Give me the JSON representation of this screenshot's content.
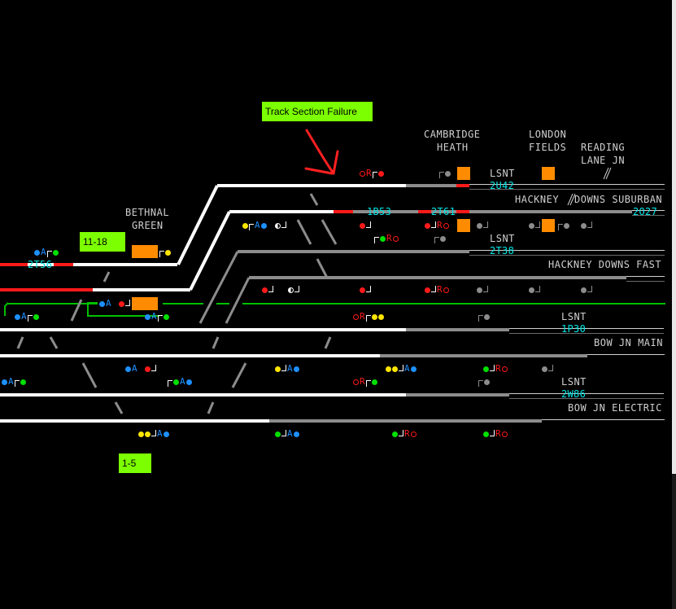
{
  "alerts": {
    "track_section_failure": "Track Section Failure",
    "tag_11_18": "11-18",
    "tag_1_5": "1-5"
  },
  "locations": {
    "cambridge_heath": [
      "CAMBRIDGE",
      "HEATH"
    ],
    "london_fields": [
      "LONDON",
      "FIELDS"
    ],
    "reading_lane_jn": [
      "READING",
      "LANE JN"
    ],
    "bethnal_green": [
      "BETHNAL",
      "GREEN"
    ]
  },
  "lines": {
    "hackney_downs_suburban_a": "HACKNEY",
    "hackney_downs_suburban_b": "DOWNS SUBURBAN",
    "hackney_downs_fast": "HACKNEY DOWNS FAST",
    "bow_jn_main": "BOW JN MAIN",
    "bow_jn_electric": "BOW JN ELECTRIC",
    "lsnt_1": "LSNT",
    "lsnt_2": "LSNT",
    "lsnt_3": "LSNT",
    "lsnt_4": "LSNT"
  },
  "train_describers": {
    "t1": "2T56",
    "t2": "2U42",
    "t3": "1B53",
    "t4": "2T61",
    "t5": "2O27",
    "t6": "2T38",
    "t7": "1P30",
    "t8": "2W86"
  },
  "signal_letters": {
    "A": "A",
    "R": "R"
  },
  "colors": {
    "background": "#000000",
    "track_white": "#ffffff",
    "track_gray": "#8c8c8c",
    "track_occupied": "#ff1a1a",
    "describer_text": "#00e6e6",
    "alert_tag": "#7cff00",
    "level_crossing": "#ff8c00",
    "arrow": "#ff2020"
  }
}
